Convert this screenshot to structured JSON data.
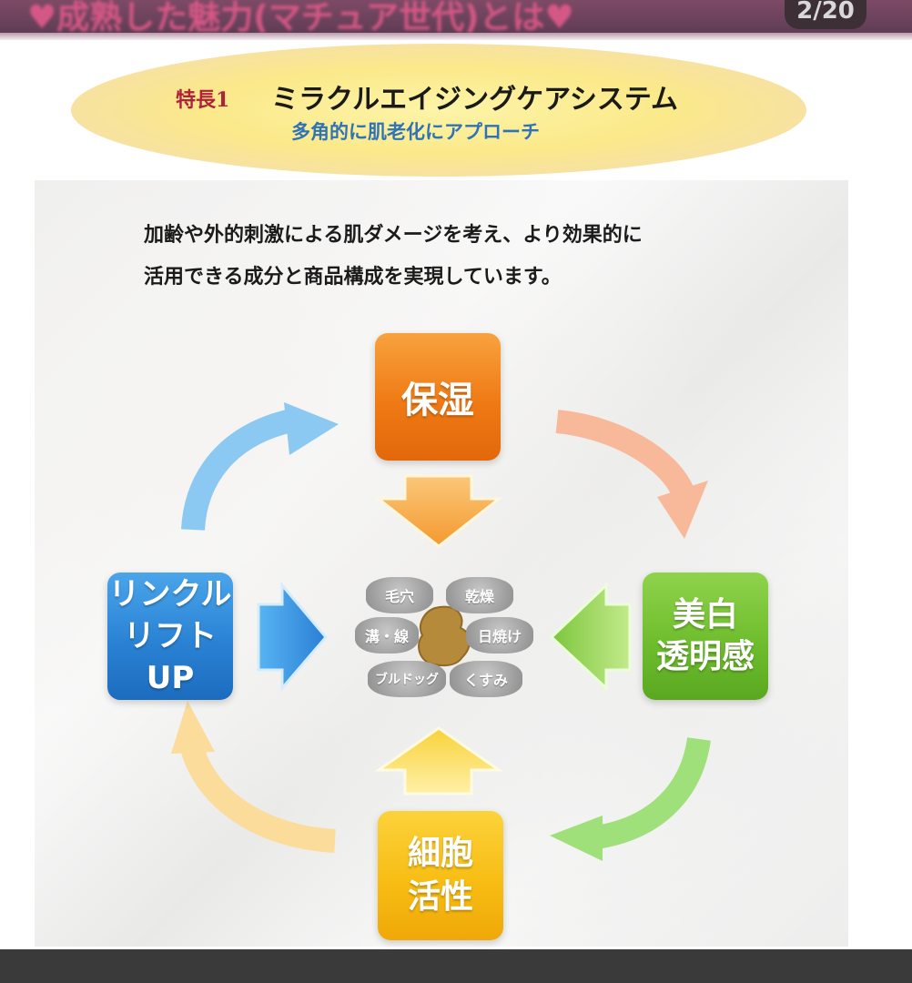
{
  "top_bar": {
    "blurred_title": "♥成熟した魅力(マチュア世代)とは♥",
    "slide_counter": "2/20"
  },
  "header": {
    "feature_label": "特長1",
    "title": "ミラクルエイジングケアシステム",
    "subtitle": "多角的に肌老化にアプローチ"
  },
  "intro": {
    "line1": "加齢や外的刺激による肌ダメージを考え、より効果的に",
    "line2": "活用できる成分と商品構成を実現しています。"
  },
  "boxes": {
    "top": "保湿",
    "left": "リンクル\nリフトUP",
    "right": "美白\n透明感",
    "bottom": "細胞\n活性"
  },
  "center": {
    "concerns": [
      "毛穴",
      "乾燥",
      "溝・線",
      "日焼け",
      "ブルドッグ",
      "くすみ"
    ]
  },
  "colors": {
    "top_box": "#ef7a14",
    "left_box": "#2a82d4",
    "right_box": "#6fbd2e",
    "bottom_box": "#f7bd14",
    "feature_label": "#b0213a",
    "subtitle": "#2f73b7",
    "center_skin": "#b58a3a"
  }
}
